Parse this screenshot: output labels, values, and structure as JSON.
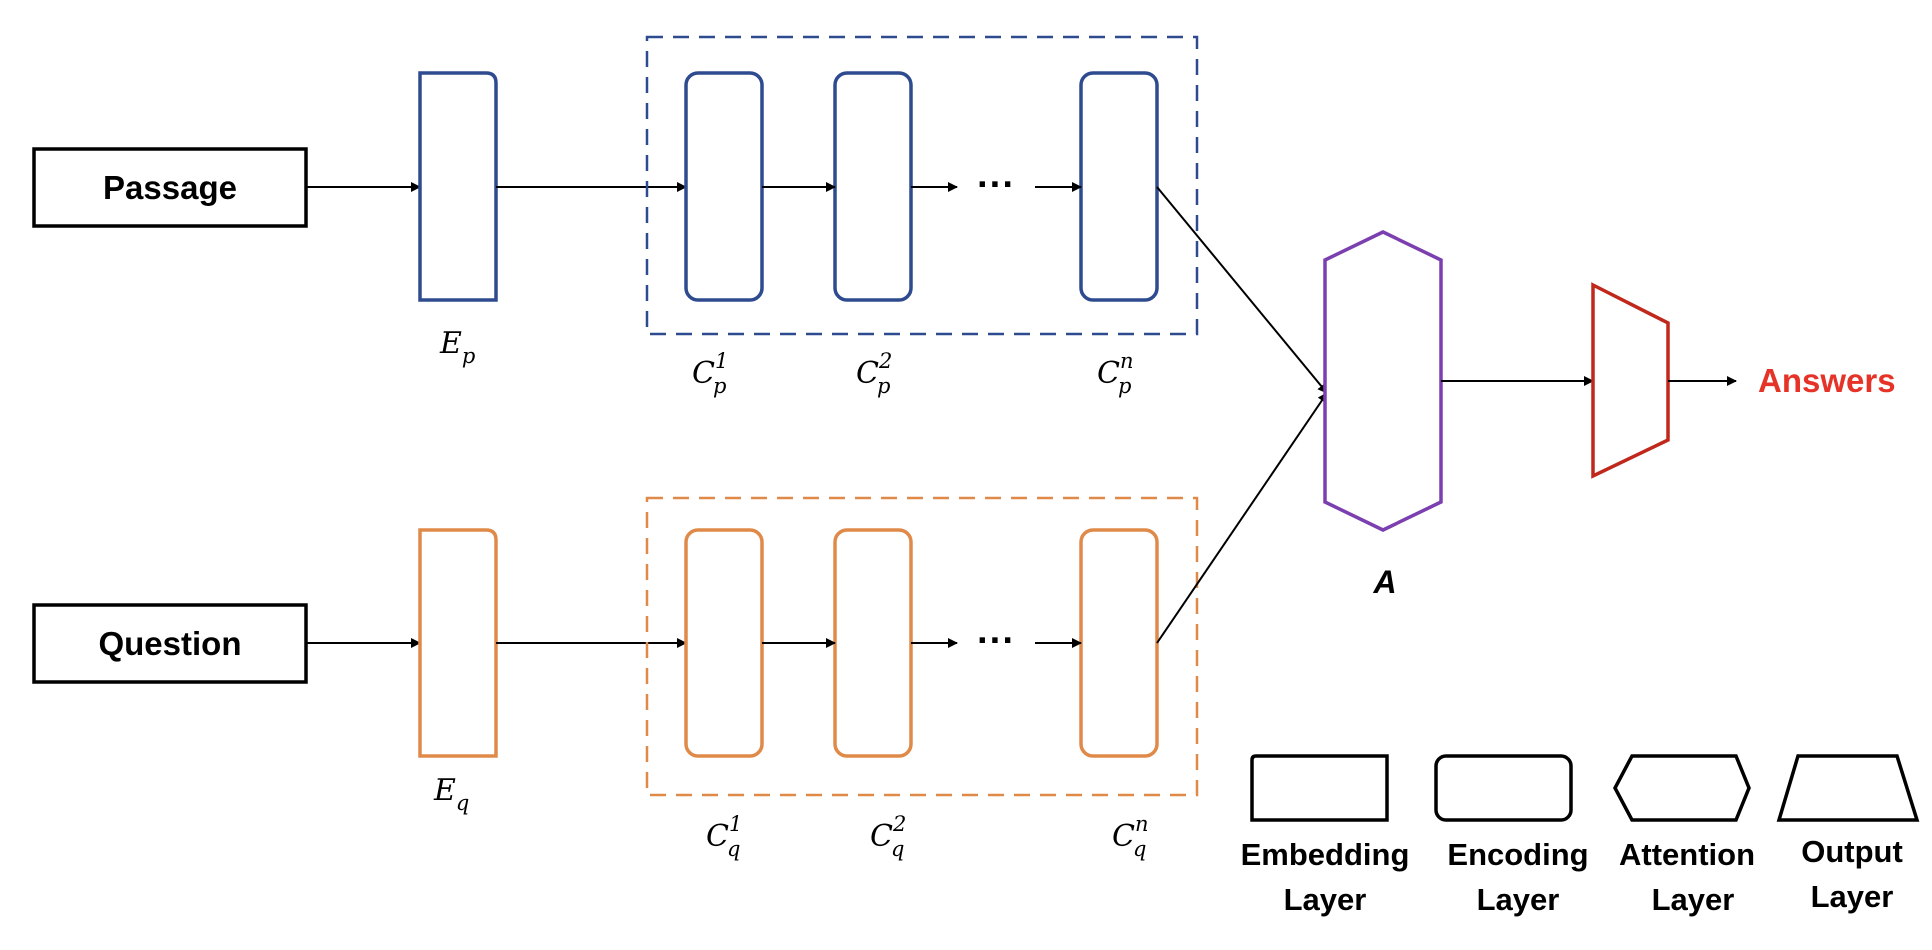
{
  "inputs": {
    "passage": "Passage",
    "question": "Question"
  },
  "embedding": {
    "passage_label": "E",
    "passage_sub": "p",
    "question_label": "E",
    "question_sub": "q"
  },
  "encoders": {
    "passage": [
      {
        "base": "C",
        "sub": "p",
        "sup": "1"
      },
      {
        "base": "C",
        "sub": "p",
        "sup": "2"
      },
      {
        "base": "C",
        "sub": "p",
        "sup": "n"
      }
    ],
    "question": [
      {
        "base": "C",
        "sub": "q",
        "sup": "1"
      },
      {
        "base": "C",
        "sub": "q",
        "sup": "2"
      },
      {
        "base": "C",
        "sub": "q",
        "sup": "n"
      }
    ],
    "ellipsis": "···"
  },
  "attention": {
    "label": "A"
  },
  "output": {
    "label": "Answers"
  },
  "legend": {
    "embedding": [
      "Embedding",
      "Layer"
    ],
    "encoding": [
      "Encoding",
      "Layer"
    ],
    "attention": [
      "Attention",
      "Layer"
    ],
    "output": [
      "Output",
      "Layer"
    ]
  },
  "colors": {
    "passage": "#2F4B8F",
    "question": "#E08A4A",
    "attention": "#7B3FB0",
    "output": "#C0281C",
    "answers_text": "#E63327",
    "line": "#000000"
  }
}
